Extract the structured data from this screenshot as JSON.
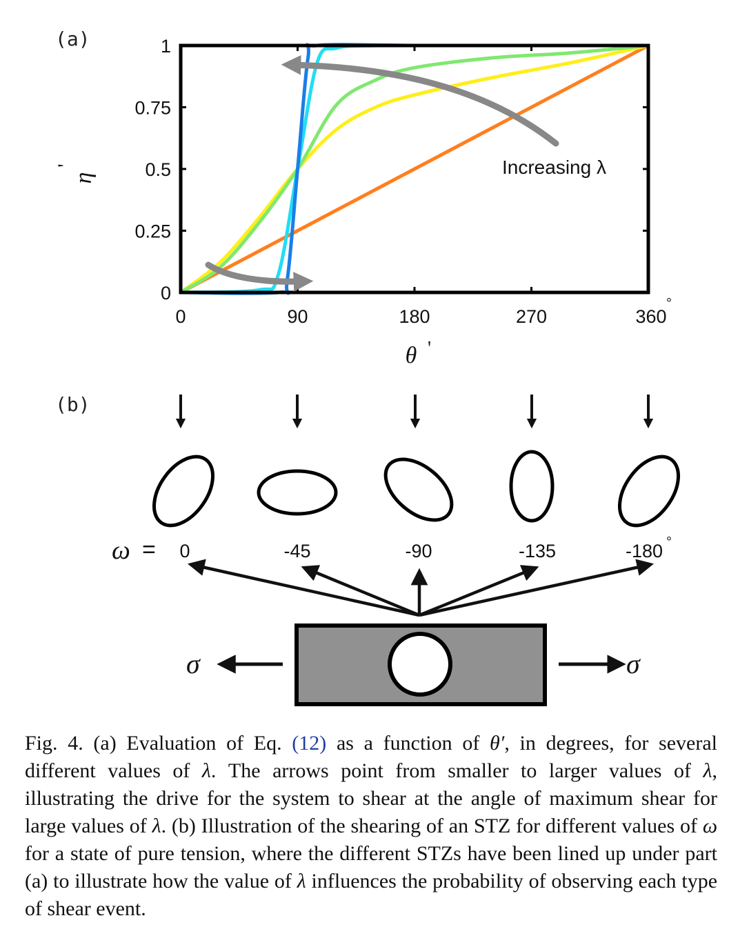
{
  "panel_a": {
    "label": "(a)",
    "y_axis_label": "η",
    "y_axis_prime": "'",
    "x_axis_label": "θ",
    "x_axis_prime": "'",
    "annotation": "Increasing λ",
    "degree_mark": "°"
  },
  "chart_data": {
    "type": "line",
    "xlabel": "θ'",
    "ylabel": "η'",
    "xlim": [
      0,
      360
    ],
    "ylim": [
      0,
      1
    ],
    "x_ticks": [
      "0",
      "90",
      "180",
      "270",
      "360"
    ],
    "y_ticks": [
      "0",
      "0.25",
      "0.5",
      "0.75",
      "1"
    ],
    "grid": false,
    "series": [
      {
        "color": "#ff7f1e",
        "x": [
          0,
          90,
          180,
          270,
          360
        ],
        "y": [
          0,
          0.25,
          0.5,
          0.75,
          1
        ]
      },
      {
        "color": "#ffee1a",
        "x": [
          0,
          30,
          60,
          90,
          120,
          150,
          180,
          240,
          300,
          360
        ],
        "y": [
          0,
          0.12,
          0.3,
          0.5,
          0.66,
          0.75,
          0.8,
          0.87,
          0.93,
          1
        ]
      },
      {
        "color": "#80e870",
        "x": [
          0,
          30,
          60,
          90,
          120,
          150,
          180,
          240,
          300,
          360
        ],
        "y": [
          0,
          0.1,
          0.28,
          0.5,
          0.76,
          0.86,
          0.91,
          0.95,
          0.97,
          1
        ]
      },
      {
        "color": "#22ddf5",
        "x": [
          0,
          60,
          75,
          90,
          105,
          120,
          150,
          180,
          270,
          360
        ],
        "y": [
          0,
          0.01,
          0.07,
          0.5,
          0.93,
          0.99,
          1,
          1,
          1,
          1
        ]
      },
      {
        "color": "#1a7fe8",
        "x": [
          0,
          75,
          82,
          90,
          98,
          105,
          180,
          270,
          360
        ],
        "y": [
          0,
          0.0,
          0.05,
          0.5,
          0.95,
          1,
          1,
          1,
          1
        ]
      }
    ]
  },
  "panel_b": {
    "label": "(b)",
    "omega_symbol": "ω",
    "equals": "=",
    "omega_values": [
      "0",
      "-45",
      "-90",
      "-135",
      "-180"
    ],
    "degree_mark": "°",
    "sigma_left": "σ",
    "sigma_right": "σ"
  },
  "caption": {
    "p1": "Fig. 4.  (a) Evaluation of Eq. ",
    "ref": "(12)",
    "p2": " as a function of ",
    "theta": "θ′",
    "p3": ", in degrees, for several different values of ",
    "lambda1": "λ",
    "p4": ". The arrows point from smaller to larger values of ",
    "lambda2": "λ",
    "p5": ", illustrating the drive for the system to shear at the angle of maximum shear for large values of ",
    "lambda3": "λ",
    "p6": ". (b) Illustration of the shearing of an STZ for different values of ",
    "omega": "ω",
    "p7": " for a state of pure tension, where the different STZs have been lined up under part (a) to illustrate how the value of ",
    "lambda4": "λ",
    "p8": " influences the probability of observing each type of shear event."
  }
}
